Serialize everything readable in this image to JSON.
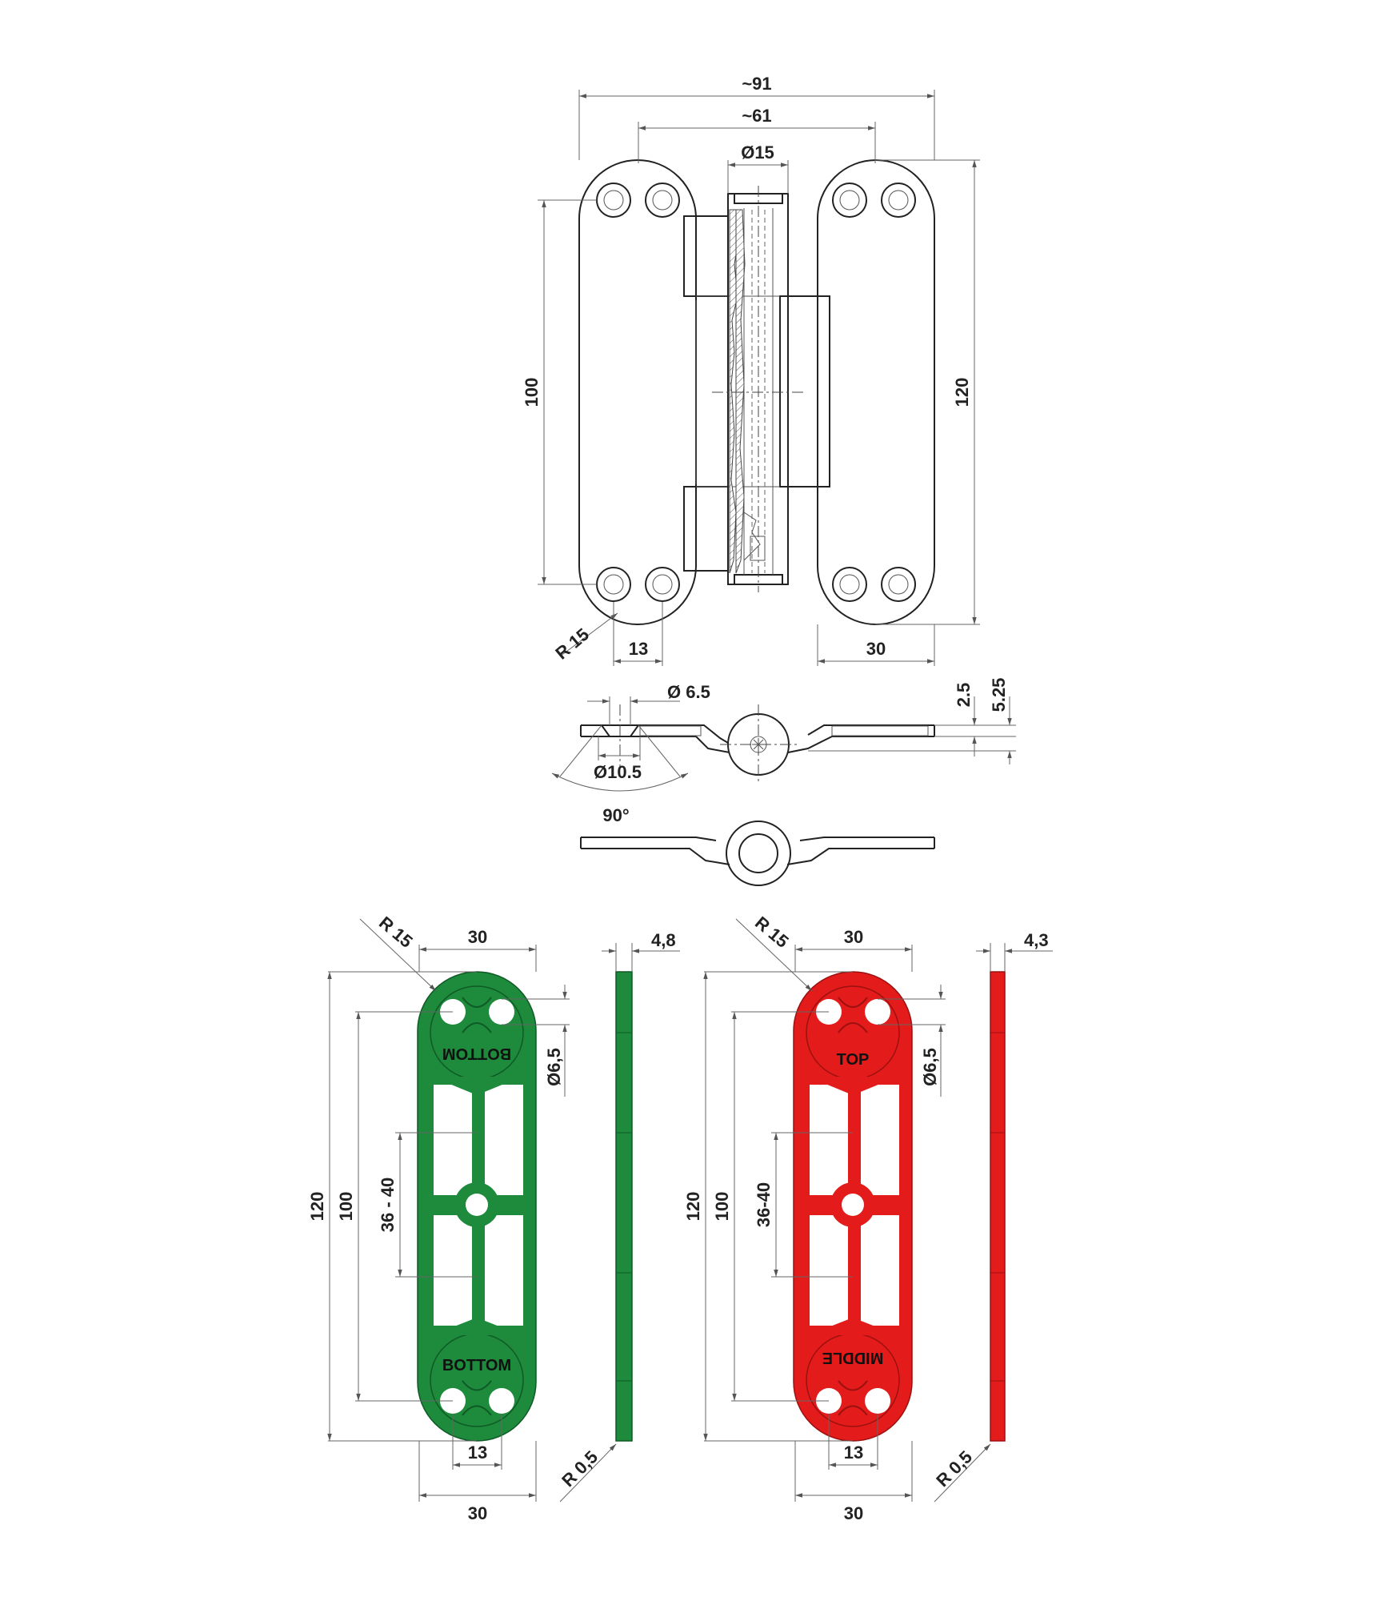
{
  "colors": {
    "line": "#222222",
    "green_plate": "#1d8a3c",
    "red_plate": "#e31b1b"
  },
  "hinge": {
    "dims": {
      "overall_width": "~91",
      "hole_span": "~61",
      "barrel_dia": "Ø15",
      "hole_pitch_height": "100",
      "overall_height": "120",
      "corner_radius": "R 15",
      "hole_spacing": "13",
      "leaf_width": "30"
    }
  },
  "section": {
    "dims": {
      "countersink_hole": "Ø 6.5",
      "countersink_outer": "Ø10.5",
      "countersink_angle": "90°",
      "leaf_thickness": "2.5",
      "total_thickness": "5.25"
    }
  },
  "green_plate": {
    "text_top": "BOTTOM",
    "text_bottom": "BOTTOM",
    "dims": {
      "radius": "R 15",
      "width_top": "30",
      "hole_dia": "Ø6,5",
      "height": "120",
      "hole_pitch": "100",
      "adjust_range": "36 - 40",
      "hole_spacing": "13",
      "width_bottom": "30",
      "thickness": "4,8",
      "edge_radius": "R 0,5"
    }
  },
  "red_plate": {
    "text_top": "TOP",
    "text_bottom": "MIDDLE",
    "dims": {
      "radius": "R 15",
      "width_top": "30",
      "hole_dia": "Ø6,5",
      "height": "120",
      "hole_pitch": "100",
      "adjust_range": "36-40",
      "hole_spacing": "13",
      "width_bottom": "30",
      "thickness": "4,3",
      "edge_radius": "R 0,5"
    }
  }
}
